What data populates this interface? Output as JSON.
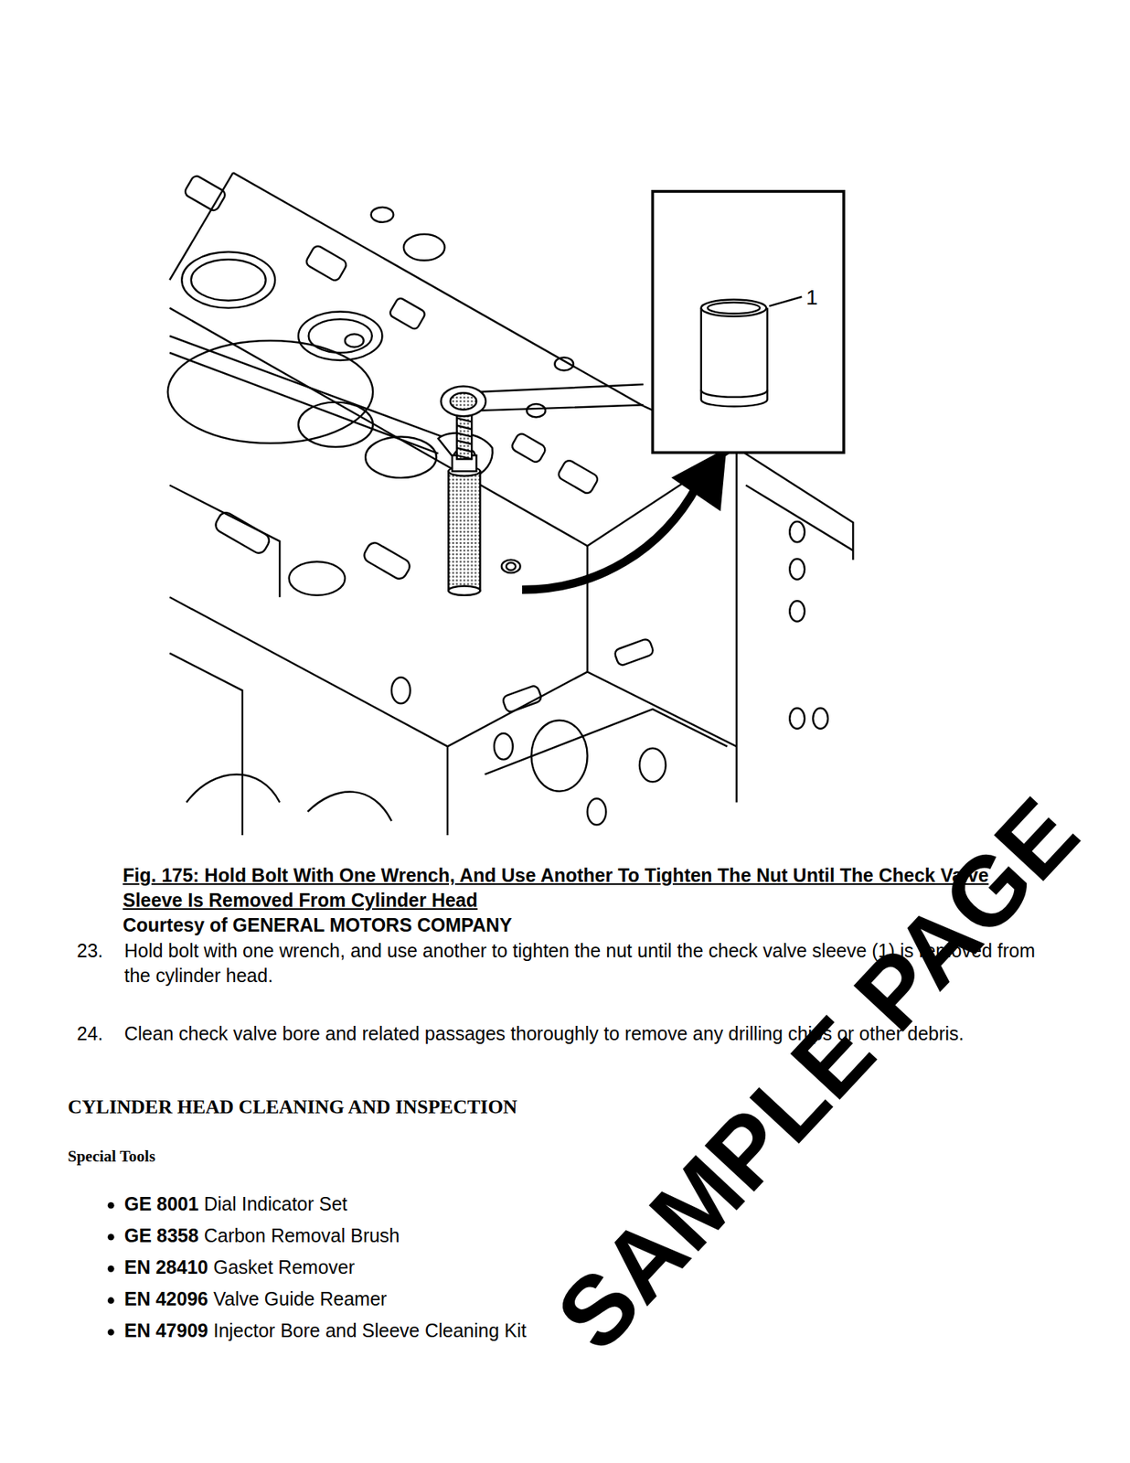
{
  "diagram": {
    "caption": "Fig. 175: Hold Bolt With One Wrench, And Use Another To Tighten The Nut Until The Check Valve Sleeve Is Removed From Cylinder Head",
    "labels": [
      "1",
      "Courtesy of GENERAL MOTORS COMPANY",
      "23.",
      "Hold bolt with one wrench, and use another to tighten the nut until the check valve sleeve (1) is removed from the cylinder head.",
      "24.",
      "Clean check valve bore and related passages thoroughly to remove any drilling chips or other debris.",
      "CYLINDER HEAD CLEANING AND INSPECTION",
      "Special Tools",
      "GE 8001",
      "Dial Indicator Set",
      "GE 8358",
      "Carbon Removal Brush",
      "EN 28410",
      "Gasket Remover",
      "EN 42096",
      "Valve Guide Reamer",
      "EN 47909",
      "Injector Bore and Sleeve Cleaning Kit",
      "SAMPLE PAGE"
    ]
  }
}
